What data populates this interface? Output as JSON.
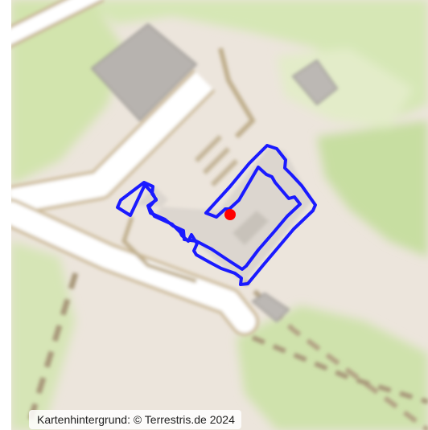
{
  "map": {
    "attribution": "Kartenhintergrund: © Terrestris.de 2024",
    "colors": {
      "land": "#ece5dc",
      "green": "#cfe3ad",
      "greenPale": "#e0ebc6",
      "road": "#ffffff",
      "roadCasing": "#c9b796",
      "footpath": "#b4a485",
      "building": "#b7b3af",
      "buildingStroke": "#9e9a95",
      "outline": "#1a1aff",
      "marker": "#ff0000"
    },
    "marker_icon": "red-dot",
    "feature_outline": "blue-polygon"
  }
}
